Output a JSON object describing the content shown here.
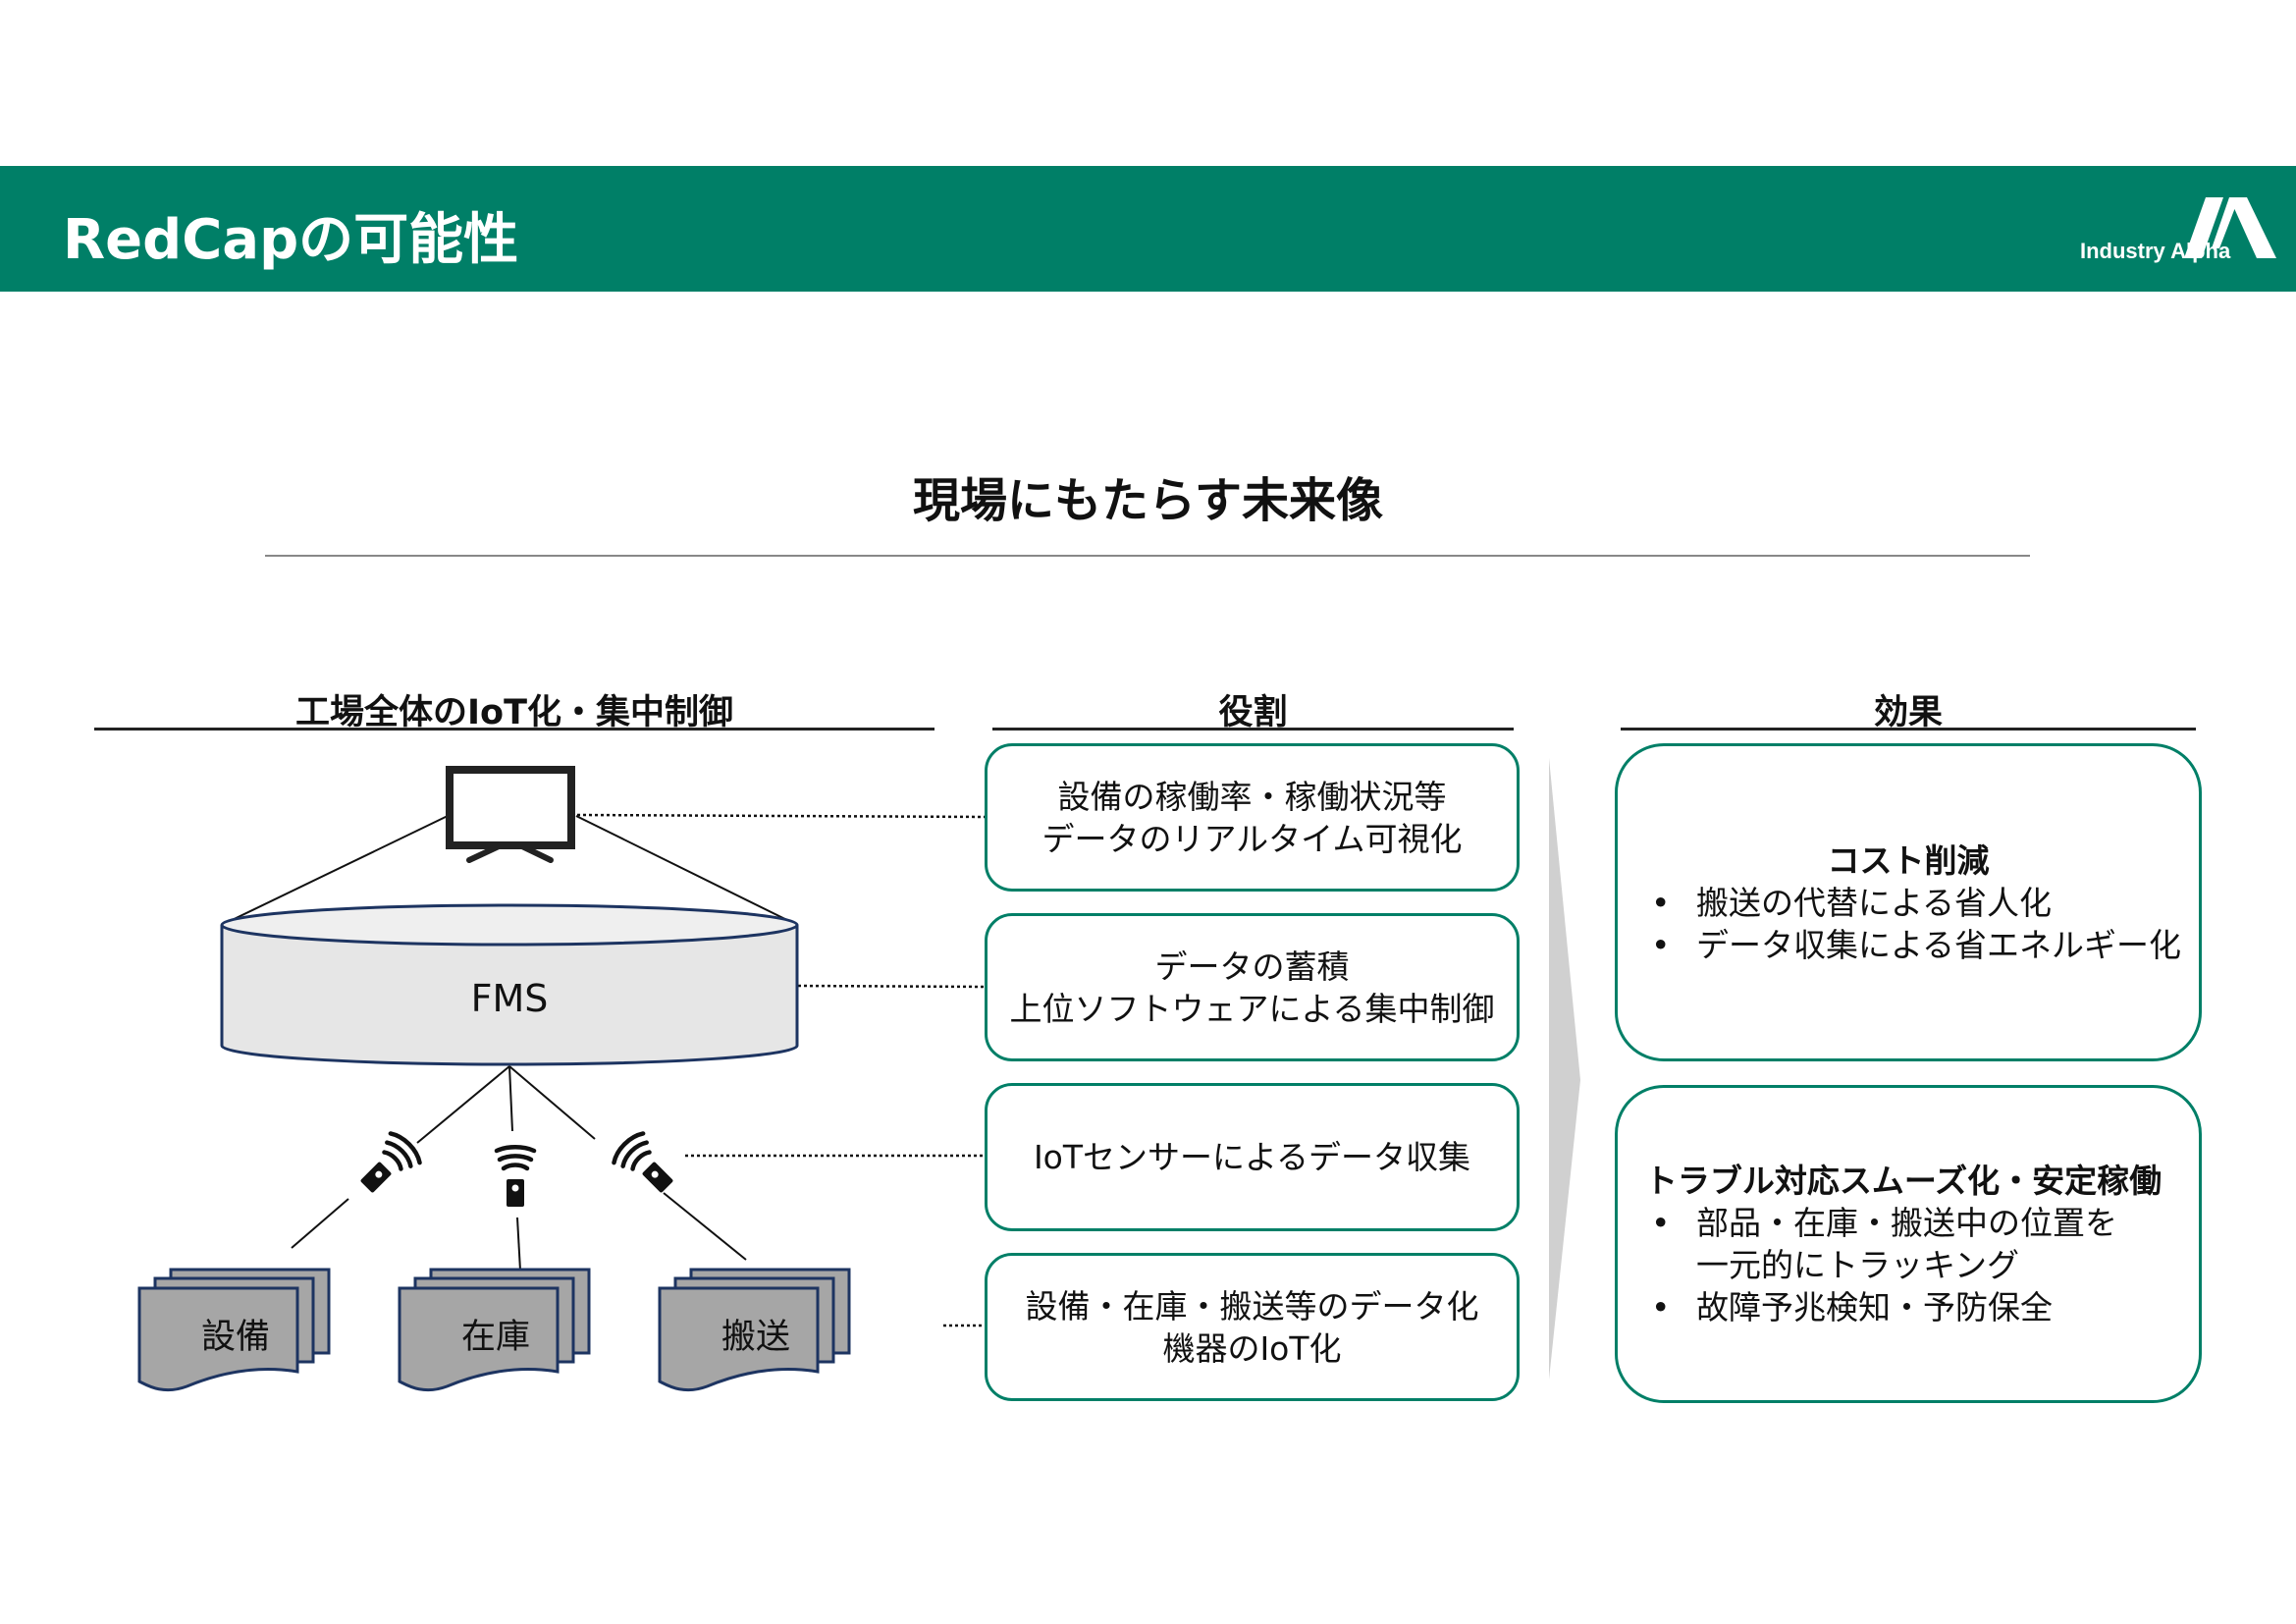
{
  "header": {
    "title": "RedCapの可能性",
    "logo_text": "Industry Alpha",
    "brand_color": "#007f67"
  },
  "main": {
    "title": "現場にもたらす未来像"
  },
  "columns": {
    "left_heading": "工場全体のIoT化・集中制御",
    "middle_heading": "役割",
    "right_heading": "効果"
  },
  "diagram": {
    "monitor_icon": "monitor-icon",
    "fms_label": "FMS",
    "sensor_icons": [
      "wireless-sensor-icon",
      "wireless-sensor-icon",
      "wireless-sensor-icon"
    ],
    "devices": [
      {
        "label": "設備"
      },
      {
        "label": "在庫"
      },
      {
        "label": "搬送"
      }
    ]
  },
  "roles": [
    {
      "lines": [
        "設備の稼働率・稼働状況等",
        "データのリアルタイム可視化"
      ]
    },
    {
      "lines": [
        "データの蓄積",
        "上位ソフトウェアによる集中制御"
      ]
    },
    {
      "lines": [
        "IoTセンサーによるデータ収集"
      ]
    },
    {
      "lines": [
        "設備・在庫・搬送等のデータ化",
        "機器のIoT化"
      ]
    }
  ],
  "effects": [
    {
      "title": "コスト削減",
      "items": [
        "搬送の代替による省人化",
        "データ収集による省エネルギー化"
      ]
    },
    {
      "title": "トラブル対応スムーズ化・安定稼働",
      "items": [
        "部品・在庫・搬送中の位置を一元的にトラッキング",
        "故障予兆検知・予防保全"
      ]
    }
  ],
  "bullet_char": "•"
}
